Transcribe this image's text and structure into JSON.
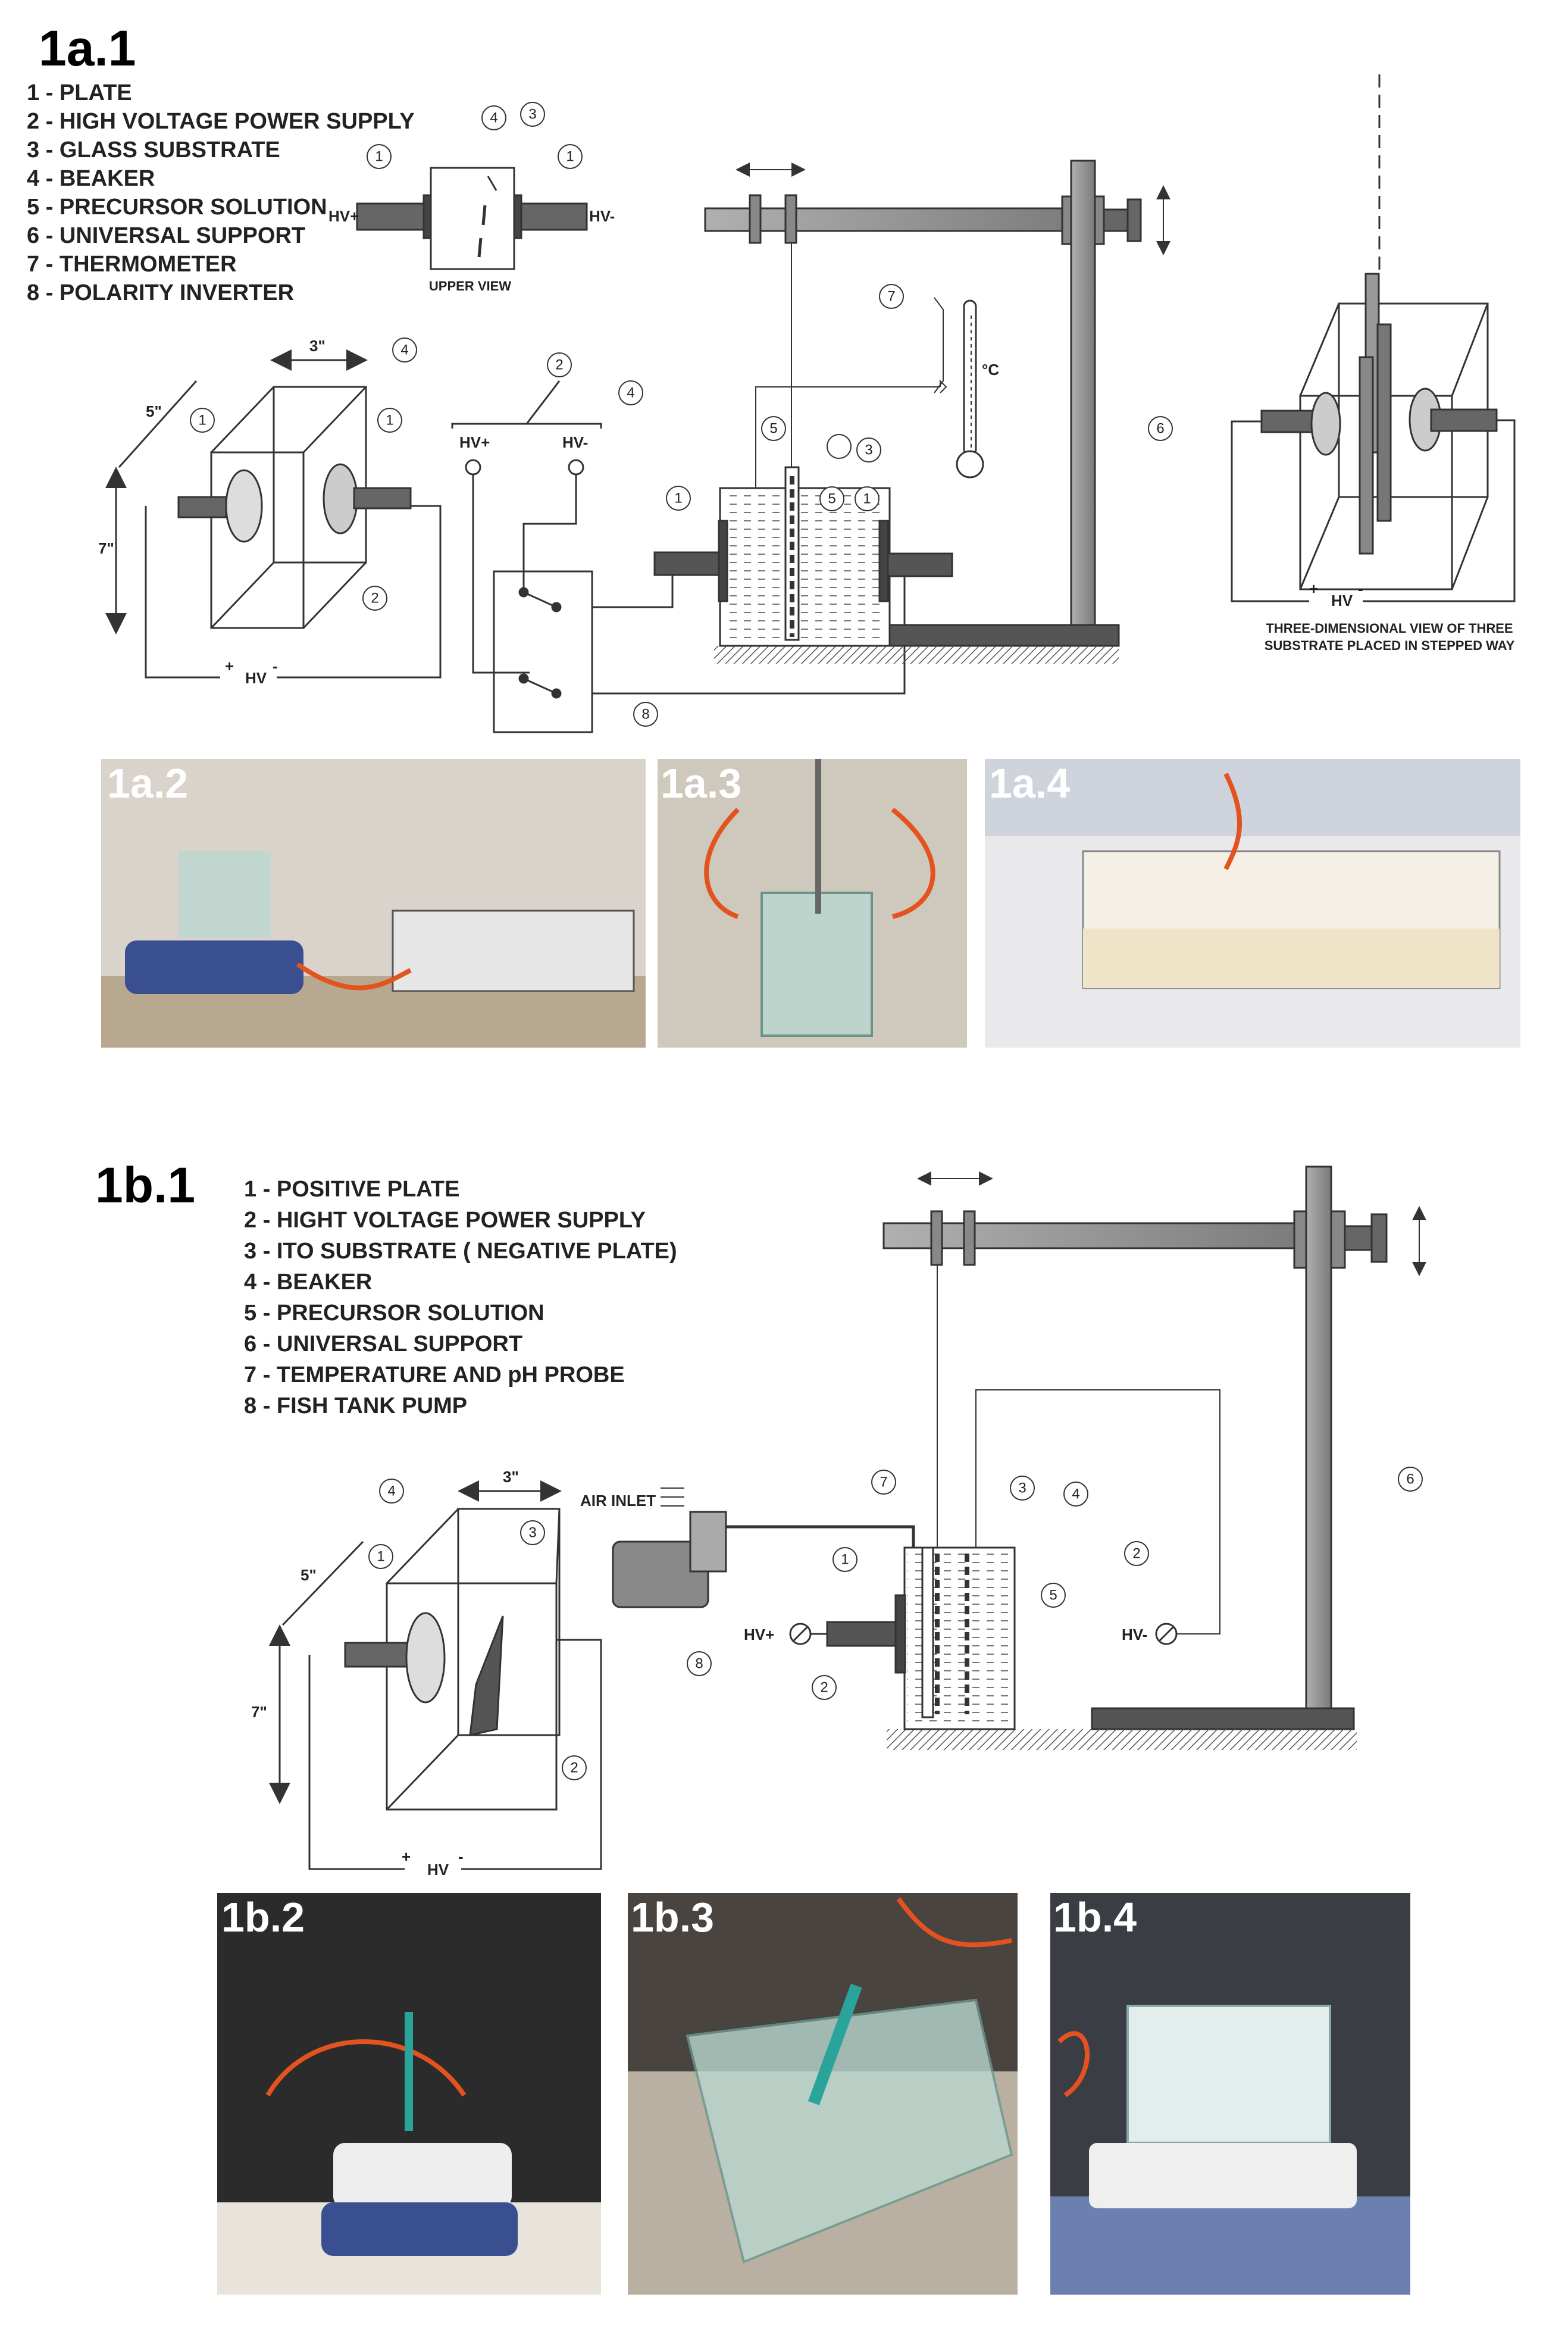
{
  "section_a": {
    "title": "1a.1",
    "legend": [
      "1 - PLATE",
      "2 - HIGH VOLTAGE POWER SUPPLY",
      "3 - GLASS SUBSTRATE",
      "4 - BEAKER",
      "5 - PRECURSOR SOLUTION",
      "6 - UNIVERSAL SUPPORT",
      "7 - THERMOMETER",
      "8 - POLARITY INVERTER"
    ],
    "upper_view": {
      "hv_plus": "HV+",
      "hv_minus": "HV-",
      "caption": "UPPER VIEW"
    },
    "box_dims": {
      "width": "3\"",
      "depth": "5\"",
      "height": "7\""
    },
    "hv_label": "HV",
    "plus": "+",
    "minus": "-",
    "supply_plus": "HV+",
    "supply_minus": "HV-",
    "thermo_unit": "°C",
    "three_d_caption_line1": "THREE-DIMENSIONAL VIEW OF THREE",
    "three_d_caption_line2": "SUBSTRATE PLACED IN STEPPED WAY",
    "photos": [
      "1a.2",
      "1a.3",
      "1a.4"
    ]
  },
  "section_b": {
    "title": "1b.1",
    "legend": [
      "1 - POSITIVE PLATE",
      "2 - HIGHT VOLTAGE POWER SUPPLY",
      "3 - ITO SUBSTRATE ( NEGATIVE PLATE)",
      "4 - BEAKER",
      "5 - PRECURSOR SOLUTION",
      "6 - UNIVERSAL SUPPORT",
      "7 - TEMPERATURE AND pH PROBE",
      "8 - FISH TANK PUMP"
    ],
    "air_inlet": "AIR INLET",
    "box_dims": {
      "width": "3\"",
      "depth": "5\"",
      "height": "7\""
    },
    "hv_label": "HV",
    "plus": "+",
    "minus": "-",
    "supply_plus": "HV+",
    "supply_minus": "HV-",
    "photos": [
      "1b.2",
      "1b.3",
      "1b.4"
    ]
  },
  "colors": {
    "line": "#333333",
    "rod": "#8f8f8f",
    "plate": "#6a6a6a",
    "liquid": "#e6e6e6",
    "photo_bg_dark": "#2b2b2b",
    "cable": "#e2531f",
    "glass": "#b9d7cf"
  }
}
